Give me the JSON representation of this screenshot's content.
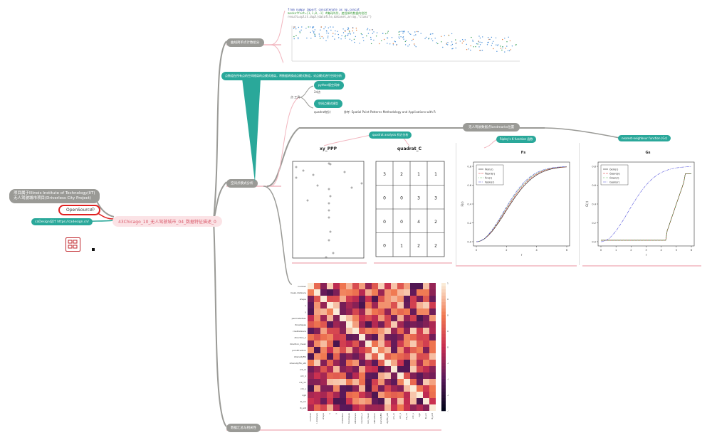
{
  "root": {
    "title": "43Chicago_10_无人驾驶城市_04_数据特征描述_0",
    "info_line1": "项目属于Illinois Institute of Technology(IIT)",
    "info_line2": "无人驾驶城市项目(Driverless City Project)",
    "opensource_label": "OpenSource",
    "link_label": "caDesign设计 https://cadesign.cn/"
  },
  "branches": {
    "interpolation": "曲线简单点计数组分",
    "spatial_pattern": "空间点模式分析",
    "landmarks": "无人驾驶数据点landmarks位置",
    "feature_stats": "数据汇总与相关性",
    "spatial_note": "点数组在所有点的空间格局的点模式格局，将数据转换成点模式数组，对点模式进行空间分析",
    "python_lib": "python版空间库",
    "spatial_model": "空间点模式模型",
    "quadrat_label": "quadrat analysis 样方分析",
    "k_function": "Ripley's K function 函数",
    "nearest_neighbor": "nearest-neighbour function (Gc)",
    "small_label_1": "点 工具",
    "small_label_2": "2d点",
    "small_label_3": "quadrat统计",
    "ref_text": "参考: Spatial Point Patterns Methodology and Applications with R"
  },
  "code": {
    "line1": "from numpy import concatenate as np.concat",
    "line2": "maskoffset=[1,1,0,-1] #掩码阵列，遮挡掉的数据的检验",
    "line3": "result=split.dupl(datafile,dataset,array,\"class\")"
  },
  "panels": {
    "xy_title": "xy_PPP",
    "quadrat_title": "quadrat_C",
    "fs_title": "Fs",
    "gs_title": "Gs",
    "xlabel": "r",
    "fs_ylabel": "F(r)",
    "gs_ylabel": "G(r)"
  },
  "quadrat_counts": [
    [
      3,
      2,
      1,
      1
    ],
    [
      0,
      0,
      3,
      3
    ],
    [
      0,
      0,
      4,
      2
    ],
    [
      0,
      1,
      2,
      2
    ]
  ],
  "fs_legend": [
    "F̂km(r)",
    "F̂bord(r)",
    "F̂cs(r)",
    "Fpois(r)"
  ],
  "gs_legend": [
    "Ĝkm(r)",
    "Ĝbord(r)",
    "Ĝhan(r)",
    "Gpois(r)"
  ],
  "fs_xticks": [
    "0",
    "2",
    "4",
    "6"
  ],
  "gs_xticks": [
    "0",
    "1",
    "2",
    "3",
    "4",
    "5",
    "6"
  ],
  "yticks": [
    "0.0",
    "0.2",
    "0.4",
    "0.6",
    "0.8"
  ],
  "heatmap": {
    "rows": [
      "number",
      "mean.distance",
      "shape",
      "x",
      "y",
      "perimeterRev",
      "rtreshapes",
      "rowDistance",
      "direction_n",
      "direction_mean",
      "pointFraction",
      "intensityFib",
      "intensityFib_std",
      "cnt_m",
      "cnt_1",
      "cnt_11",
      "cnt_v",
      "ngb",
      "R_uni",
      "R_ent"
    ],
    "colorbar": [
      "1.00",
      "0.75",
      "0.50",
      "0.25",
      "0.00",
      "-0.25",
      "-0.50",
      "-0.75",
      "-1.00"
    ]
  },
  "colors": {
    "teal": "#2aa89a",
    "gray": "#9a9a96",
    "pink_link": "#f2b6bf",
    "red_outline": "#e02020"
  }
}
